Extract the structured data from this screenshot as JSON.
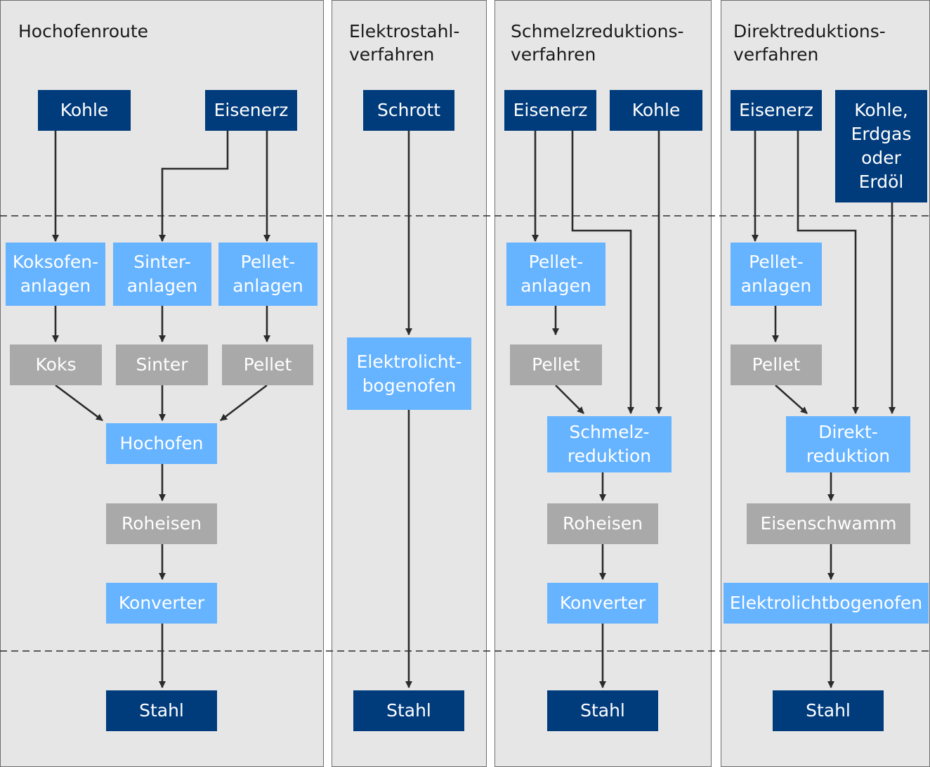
{
  "colors": {
    "raw_material": "#003b7c",
    "process": "#66b3ff",
    "intermediate": "#a9a9a9",
    "panel_bg": "#e6e6e6",
    "arrow": "#2b2b2b"
  },
  "routes": {
    "hochofen": {
      "title": "Hochofenroute",
      "kohle": "Kohle",
      "eisenerz": "Eisenerz",
      "koksofen": "Koksofen-\nanlagen",
      "sinteranlagen": "Sinter-\nanlagen",
      "pelletanlagen": "Pellet-\nanlagen",
      "koks": "Koks",
      "sinter": "Sinter",
      "pellet": "Pellet",
      "hochofen": "Hochofen",
      "roheisen": "Roheisen",
      "konverter": "Konverter",
      "stahl": "Stahl"
    },
    "elektro": {
      "title": "Elektrostahl-\nverfahren",
      "schrott": "Schrott",
      "ofen": "Elektrolicht-\nbogenofen",
      "stahl": "Stahl"
    },
    "schmelz": {
      "title": "Schmelzreduktions-\nverfahren",
      "eisenerz": "Eisenerz",
      "kohle": "Kohle",
      "pelletanlagen": "Pellet-\nanlagen",
      "pellet": "Pellet",
      "schmelzreduktion": "Schmelz-\nreduktion",
      "roheisen": "Roheisen",
      "konverter": "Konverter",
      "stahl": "Stahl"
    },
    "direkt": {
      "title": "Direktreduktions-\nverfahren",
      "eisenerz": "Eisenerz",
      "energie": "Kohle,\nErdgas\noder\nErdöl",
      "pelletanlagen": "Pellet-\nanlagen",
      "pellet": "Pellet",
      "direktreduktion": "Direkt-\nreduktion",
      "eisenschwamm": "Eisenschwamm",
      "ofen": "Elektrolichtbogenofen",
      "stahl": "Stahl"
    }
  }
}
